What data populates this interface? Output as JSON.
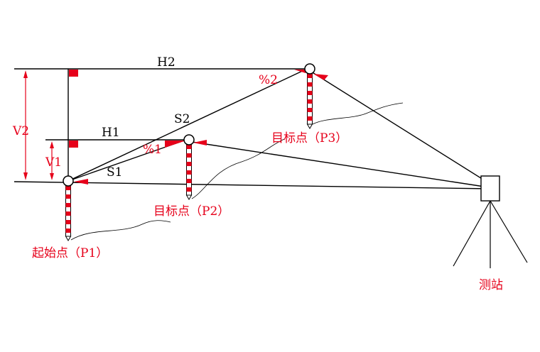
{
  "colors": {
    "line": "#000000",
    "accent": "#e6001a",
    "rod_white": "#ffffff"
  },
  "labels": {
    "h2": "H2",
    "h1": "H1",
    "v2": "V2",
    "v1": "V1",
    "s1": "S1",
    "s2": "S2",
    "pct1": "%1",
    "pct2": "%2",
    "p1": "起始点（P1）",
    "p2": "目标点（P2）",
    "p3": "目标点（P3）",
    "station": "测站"
  }
}
